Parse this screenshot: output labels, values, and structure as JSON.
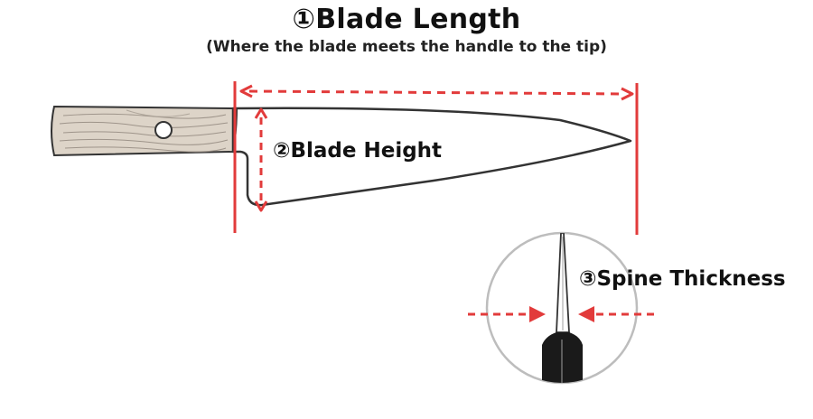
{
  "blade_length": {
    "title": "①Blade Length",
    "subtitle": "(Where the blade meets the handle to the tip)"
  },
  "blade_height": {
    "label": "②Blade Height"
  },
  "spine_thickness": {
    "label": "③Spine Thickness"
  },
  "colors": {
    "measure": "#e23b3b",
    "outline": "#333333",
    "handle_wood": "#d9d0c4",
    "spine_dark": "#1a1a1a",
    "lens_border": "#bdbdbd"
  }
}
